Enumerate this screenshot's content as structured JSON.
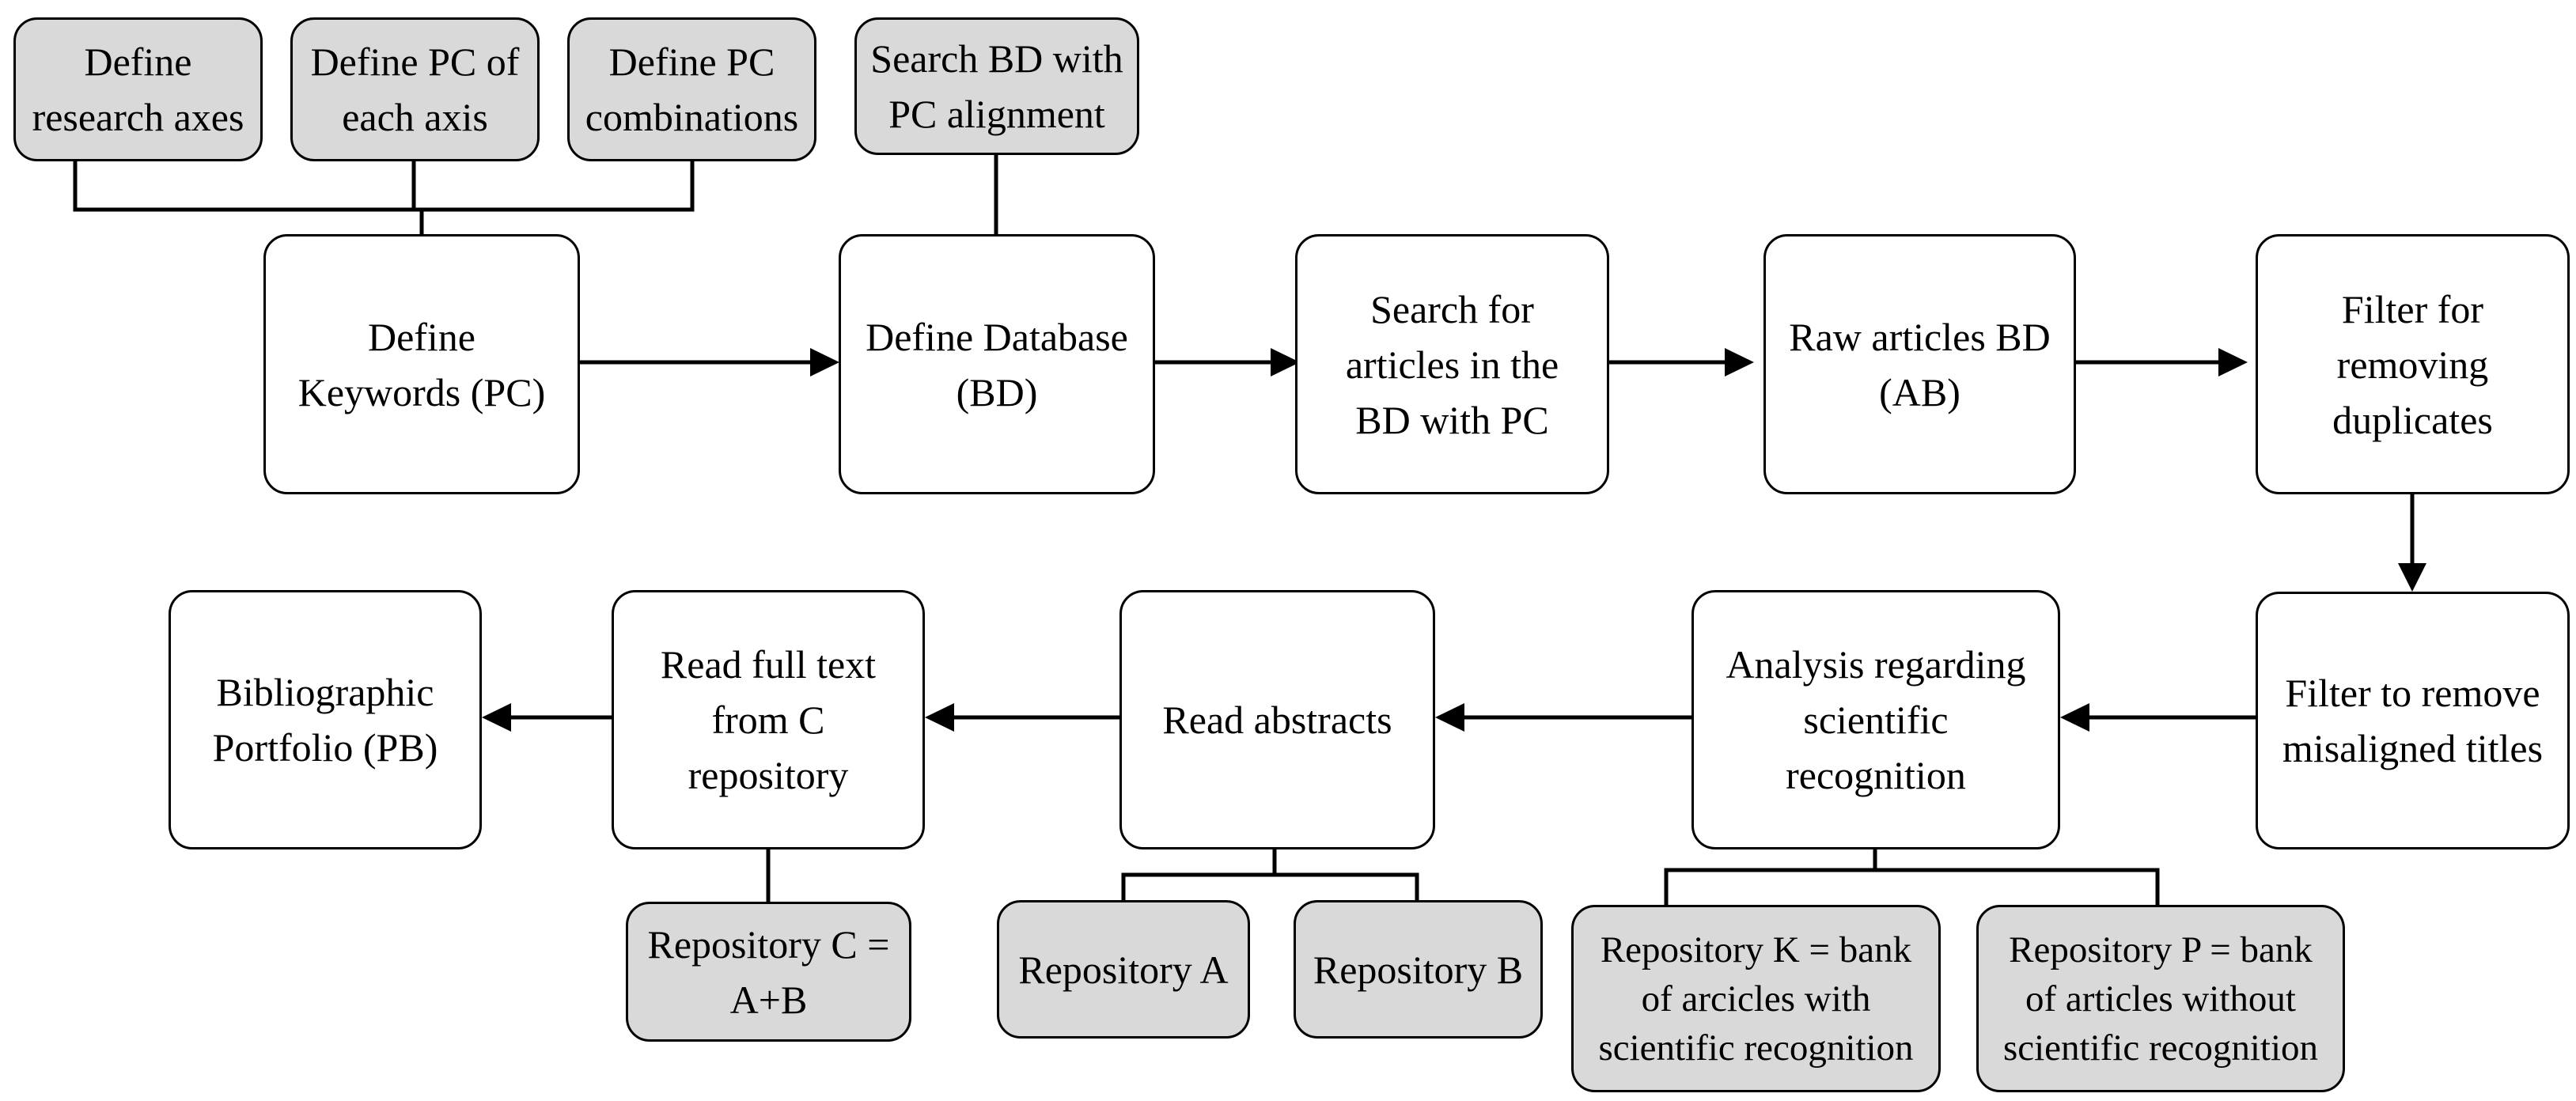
{
  "colors": {
    "line": "#000000",
    "box_fill": "#ffffff",
    "note_fill": "#d9d9d9"
  },
  "nodes": {
    "define_research_axes": "Define\nresearch axes",
    "define_pc_axis": "Define PC of\neach axis",
    "define_pc_combinations": "Define PC\ncombinations",
    "search_bd_alignment": "Search BD with\nPC alignment",
    "define_keywords": "Define\nKeywords (PC)",
    "define_database": "Define Database\n(BD)",
    "search_articles": "Search for\narticles in the\nBD with PC",
    "raw_articles": "Raw articles BD\n(AB)",
    "filter_duplicates": "Filter for\nremoving\nduplicates",
    "filter_misaligned": "Filter to remove\nmisaligned titles",
    "analysis_recognition": "Analysis regarding\nscientific\nrecognition",
    "read_abstracts": "Read abstracts",
    "read_full_text": "Read full text\nfrom C\nrepository",
    "bibliographic_portfolio": "Bibliographic\nPortfolio (PB)",
    "repository_c": "Repository C =\nA+B",
    "repository_a": "Repository A",
    "repository_b": "Repository B",
    "repository_k": "Repository K = bank\nof arcicles with\nscientific recognition",
    "repository_p": "Repository P = bank\nof articles without\nscientific recognition"
  }
}
